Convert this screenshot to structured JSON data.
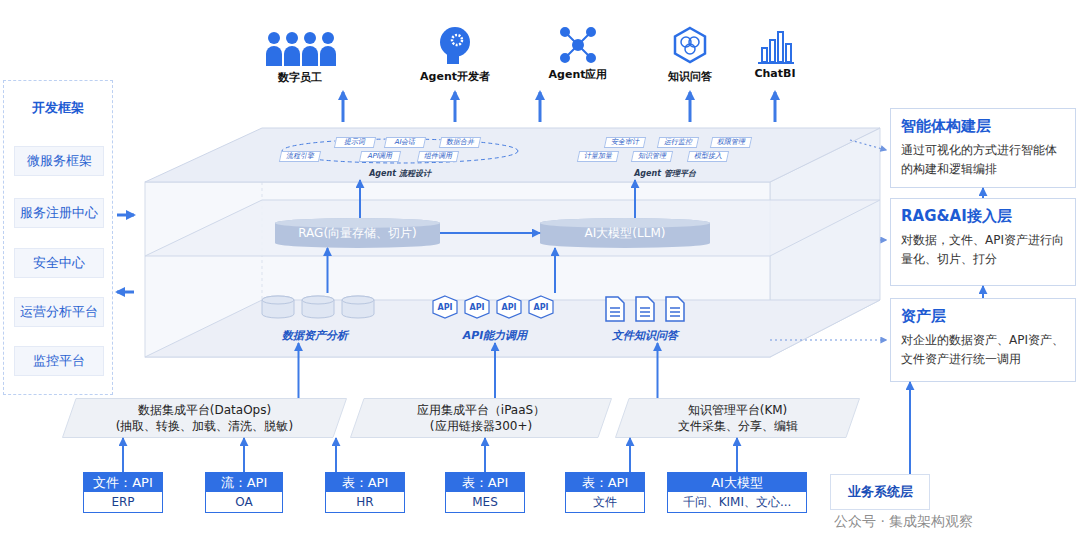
{
  "diagram": {
    "nodes": [
      {
        "text": [
          "开发框架"
        ]
      },
      {
        "text": [
          "微服务框架"
        ],
        "in": 0
      },
      {
        "text": [
          "服务注册中心"
        ],
        "in": 0
      },
      {
        "text": [
          "安全中心"
        ],
        "in": 0
      },
      {
        "text": [
          "运营分析平台"
        ],
        "in": 0
      },
      {
        "text": [
          "监控平台"
        ],
        "in": 0
      },
      {
        "text": [
          "Agent 流程设计"
        ]
      },
      {
        "text": [
          "提示词"
        ],
        "in": 6
      },
      {
        "text": [
          "AI会话"
        ],
        "in": 6
      },
      {
        "text": [
          "数据合并"
        ],
        "in": 6
      },
      {
        "text": [
          "流程引擎"
        ],
        "in": 6
      },
      {
        "text": [
          "API调用"
        ],
        "in": 6
      },
      {
        "text": [
          "组件调用"
        ],
        "in": 6
      },
      {
        "text": [
          "Agent 管理平台"
        ]
      },
      {
        "text": [
          "安全审计"
        ],
        "in": 13
      },
      {
        "text": [
          "运行监控"
        ],
        "in": 13
      },
      {
        "text": [
          "权限管理"
        ],
        "in": 13
      },
      {
        "text": [
          "计量加量"
        ],
        "in": 13
      },
      {
        "text": [
          "知识管理"
        ],
        "in": 13
      },
      {
        "text": [
          "模型接入"
        ],
        "in": 13
      },
      {
        "text": [
          "RAG(向量存储、切片)"
        ]
      },
      {
        "text": [
          "AI大模型(LLM)"
        ]
      },
      {
        "text": [
          "数据资产分析"
        ]
      },
      {
        "text": [
          "API能力调用"
        ]
      },
      {
        "text": [
          "API"
        ],
        "in": 23
      },
      {
        "text": [
          "API"
        ],
        "in": 23
      },
      {
        "text": [
          "API"
        ],
        "in": 23
      },
      {
        "text": [
          "API"
        ],
        "in": 23
      },
      {
        "text": [
          "文件知识问答"
        ]
      },
      {
        "text": [
          "数据集成平台(DataOps)",
          "(抽取、转换、加载、清洗、脱敏)"
        ]
      },
      {
        "text": [
          "应用集成平台（iPaaS）",
          "(应用链接器300+)"
        ]
      },
      {
        "text": [
          "知识管理平台(KM)",
          "文件采集、分享、编辑"
        ]
      },
      {
        "text": [
          "文件：API",
          "ERP"
        ]
      },
      {
        "text": [
          "流：API",
          "OA"
        ]
      },
      {
        "text": [
          "表：API",
          "HR"
        ]
      },
      {
        "text": [
          "表：API",
          "MES"
        ]
      },
      {
        "text": [
          "表：API",
          "文件"
        ]
      },
      {
        "text": [
          "AI大模型",
          "千问、KIMI、文心..."
        ]
      },
      {
        "text": [
          "业务系统层"
        ]
      },
      {
        "text": [
          "智能体构建层",
          "通过可视化的方式进行智能体的构建和逻辑编排"
        ]
      },
      {
        "text": [
          "RAG&AI接入层",
          "对数据，文件、API资产进行向量化、切片、打分"
        ]
      },
      {
        "text": [
          "资产层",
          "对企业的数据资产、API资产、文件资产进行统一调用"
        ]
      }
    ],
    "edges": [
      {
        "from": 32,
        "to": 29,
        "arrow": "to"
      },
      {
        "from": 33,
        "to": 29,
        "arrow": "to"
      },
      {
        "from": 34,
        "to": 29,
        "arrow": "to"
      },
      {
        "from": 35,
        "to": 30,
        "arrow": "to"
      },
      {
        "from": 36,
        "to": 31,
        "arrow": "to"
      },
      {
        "from": 37,
        "to": 31,
        "arrow": "to"
      },
      {
        "from": 29,
        "to": 22,
        "arrow": "to"
      },
      {
        "from": 30,
        "to": 23,
        "arrow": "to"
      },
      {
        "from": 31,
        "to": 28,
        "arrow": "to"
      },
      {
        "from": 22,
        "to": 20,
        "arrow": "to"
      },
      {
        "from": 23,
        "to": 21,
        "arrow": "to"
      },
      {
        "from": 20,
        "to": 21,
        "arrow": "to"
      },
      {
        "from": 20,
        "to": 6,
        "arrow": "to"
      },
      {
        "from": 21,
        "to": 13,
        "arrow": "to"
      },
      {
        "from": 41,
        "to": 40,
        "arrow": "to"
      },
      {
        "from": 40,
        "to": 39,
        "arrow": "to"
      },
      {
        "from": 38,
        "to": 41,
        "arrow": "to"
      }
    ],
    "labels": [
      "数字员工",
      "Agent开发者",
      "Agent应用",
      "知识问答",
      "ChatBI",
      "公众号 · 集成架构观察"
    ]
  }
}
